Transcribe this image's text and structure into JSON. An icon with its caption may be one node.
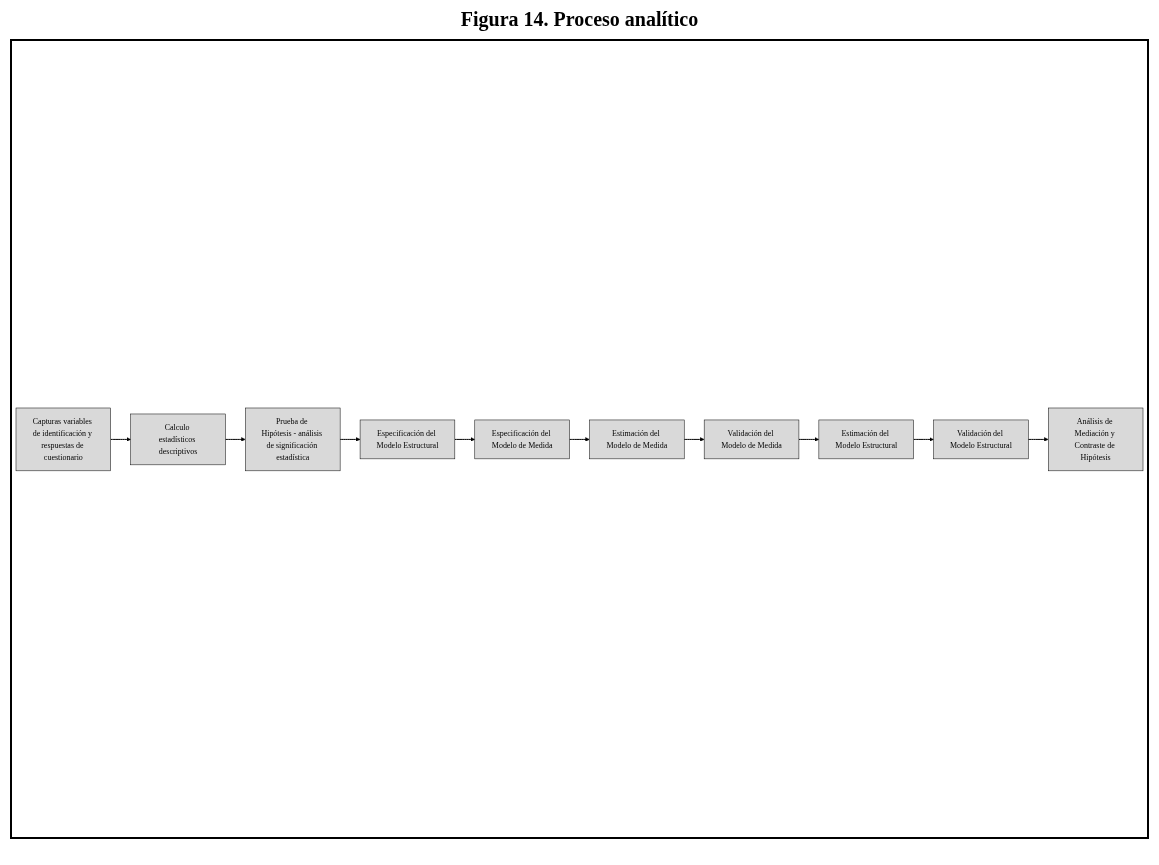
{
  "diagram": {
    "title": "Figura 14. Proceso analítico",
    "nodes": [
      {
        "text": [
          "Capturas variables de identificación y respuestas de cuestionario"
        ]
      },
      {
        "text": [
          "Calculo estadísticos descriptivos"
        ]
      },
      {
        "text": [
          "Prueba de Hipótesis - análisis de significación estadística"
        ]
      },
      {
        "text": [
          "Especificación del Modelo Estructural"
        ]
      },
      {
        "text": [
          "Especificación del Modelo de Medida"
        ]
      },
      {
        "text": [
          "Estimación del Modelo de Medida"
        ]
      },
      {
        "text": [
          "Validación del Modelo de Medida"
        ]
      },
      {
        "text": [
          "Estimación del Modelo Estructural"
        ]
      },
      {
        "text": [
          "Validación del Modelo Estructural"
        ]
      },
      {
        "text": [
          "Análisis de Mediación y Contraste de Hipótesis"
        ]
      }
    ],
    "edges": [
      {
        "from": 0,
        "to": 1,
        "arrow": "to"
      },
      {
        "from": 1,
        "to": 2,
        "arrow": "to"
      },
      {
        "from": 2,
        "to": 3,
        "arrow": "to"
      },
      {
        "from": 3,
        "to": 4,
        "arrow": "to"
      },
      {
        "from": 4,
        "to": 5,
        "arrow": "to"
      },
      {
        "from": 5,
        "to": 6,
        "arrow": "to"
      },
      {
        "from": 6,
        "to": 7,
        "arrow": "to"
      },
      {
        "from": 7,
        "to": 8,
        "arrow": "to"
      },
      {
        "from": 8,
        "to": 9,
        "arrow": "to"
      }
    ]
  }
}
